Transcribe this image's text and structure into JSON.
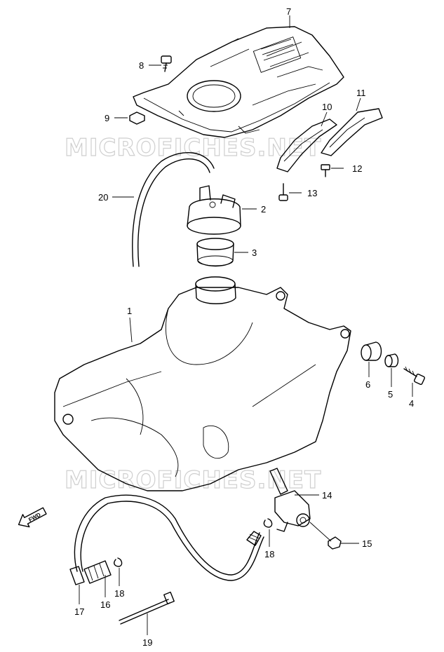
{
  "watermark": "MICROFICHES.NET",
  "direction_badge": "FWD",
  "callouts": [
    {
      "id": "7",
      "label": "7"
    },
    {
      "id": "8",
      "label": "8"
    },
    {
      "id": "9",
      "label": "9"
    },
    {
      "id": "10",
      "label": "10"
    },
    {
      "id": "11",
      "label": "11"
    },
    {
      "id": "12",
      "label": "12"
    },
    {
      "id": "13",
      "label": "13"
    },
    {
      "id": "20",
      "label": "20"
    },
    {
      "id": "2",
      "label": "2"
    },
    {
      "id": "3",
      "label": "3"
    },
    {
      "id": "1",
      "label": "1"
    },
    {
      "id": "6",
      "label": "6"
    },
    {
      "id": "5",
      "label": "5"
    },
    {
      "id": "4",
      "label": "4"
    },
    {
      "id": "14",
      "label": "14"
    },
    {
      "id": "15",
      "label": "15"
    },
    {
      "id": "18a",
      "label": "18"
    },
    {
      "id": "18b",
      "label": "18"
    },
    {
      "id": "16",
      "label": "16"
    },
    {
      "id": "17",
      "label": "17"
    },
    {
      "id": "19",
      "label": "19"
    }
  ]
}
